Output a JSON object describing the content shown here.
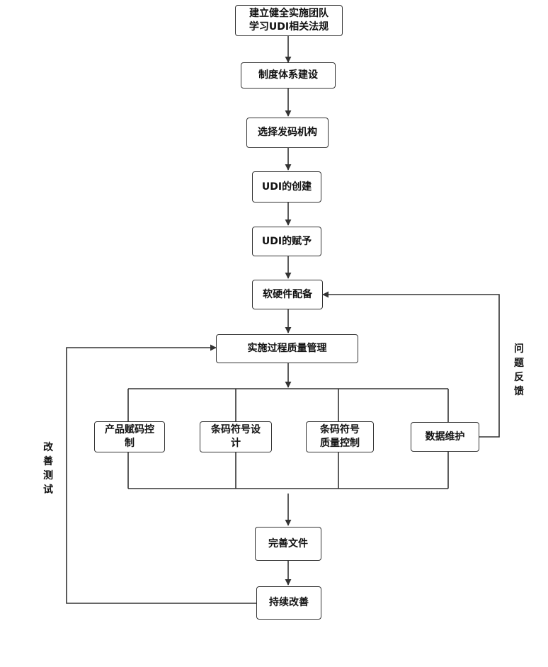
{
  "nodes": {
    "team": "建立健全实施团队\n学习UDI相关法规",
    "system": "制度体系建设",
    "issuer": "选择发码机构",
    "create": "UDI的创建",
    "assign": "UDI的赋予",
    "hardware": "软硬件配备",
    "quality": "实施过程质量管理",
    "product": "产品赋码控\n制",
    "design": "条码符号设\n计",
    "barcode": "条码符号\n质量控制",
    "maintain": "数据维护",
    "docs": "完善文件",
    "improve": "持续改善"
  },
  "labels": {
    "feedback": "问\n题\n反\n馈",
    "test": "改\n善\n测\n试"
  },
  "colors": {
    "line": "#333333",
    "text": "#111111"
  }
}
